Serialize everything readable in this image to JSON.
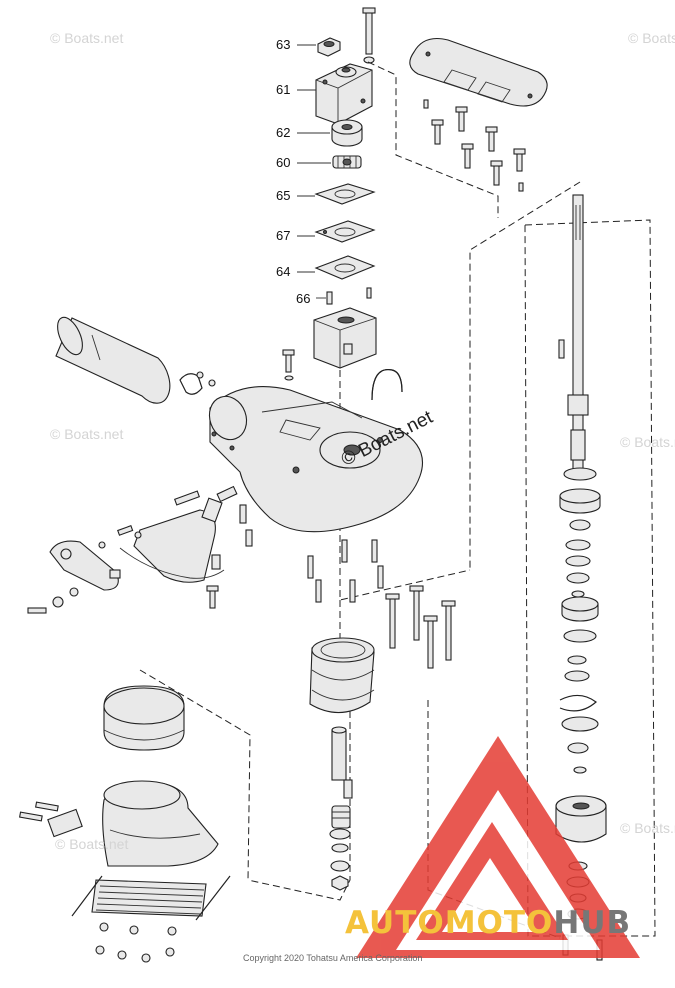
{
  "callouts": [
    {
      "label": "63"
    },
    {
      "label": "61"
    },
    {
      "label": "62"
    },
    {
      "label": "60"
    },
    {
      "label": "65"
    },
    {
      "label": "67"
    },
    {
      "label": "64"
    },
    {
      "label": "66"
    }
  ],
  "watermarks": {
    "site": "© Boats.net",
    "center": "© Boats.net"
  },
  "copyright": "Copyright 2020 Tohatsu America Corporation",
  "brand": {
    "part1": "AUTOMOTO",
    "part2": "HUB"
  },
  "colors": {
    "line": "#222222",
    "logo_red": "#e43c33",
    "logo_yellow": "#f4c23b",
    "logo_gray": "#777777"
  }
}
